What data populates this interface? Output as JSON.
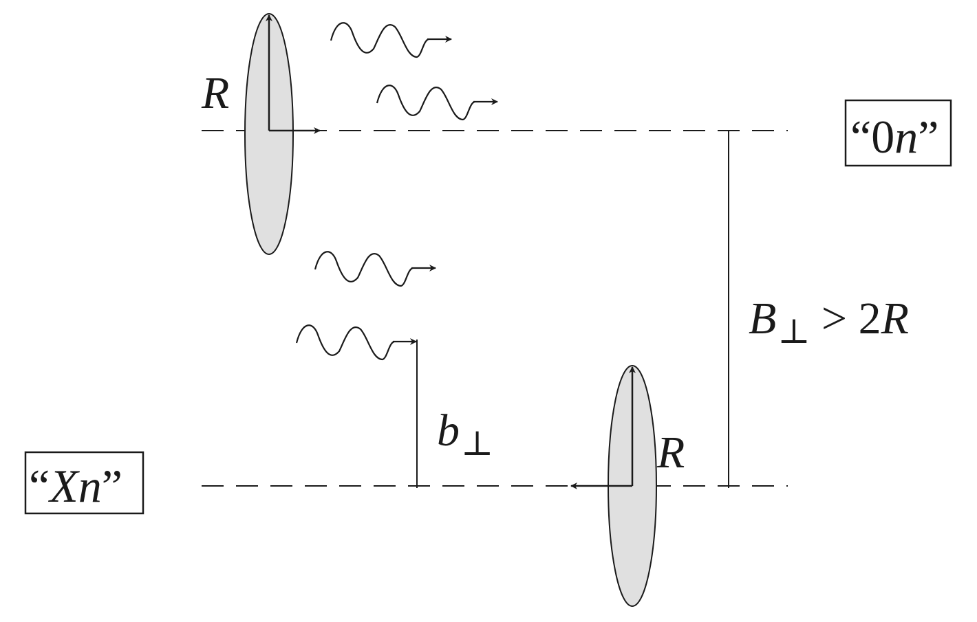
{
  "labels": {
    "top_nucleus_radius": "R",
    "bottom_nucleus_radius": "R",
    "top_box": {
      "open_quote": "“",
      "digit": "0",
      "var": "n",
      "close_quote": "”"
    },
    "bottom_box": {
      "open_quote": "“",
      "var1": "X",
      "var2": "n",
      "close_quote": "”"
    },
    "impact_b": {
      "var": "b",
      "sub": "⊥"
    },
    "impact_B": {
      "var": "B",
      "sub": "⊥",
      "op": " > 2",
      "var2": "R"
    }
  },
  "colors": {
    "stroke": "#1a1a1a",
    "nucleus_fill": "#e0e0e0",
    "background": "#ffffff"
  }
}
